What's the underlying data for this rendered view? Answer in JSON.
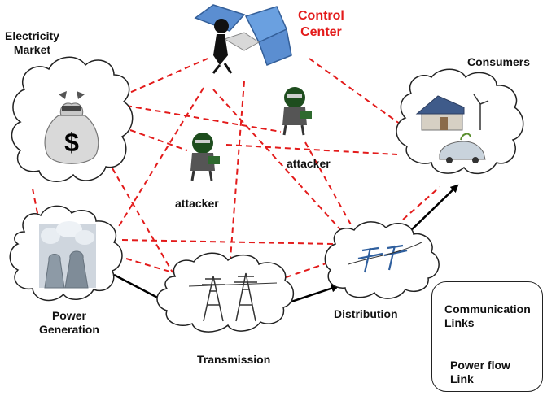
{
  "labels": {
    "control_center": "Control\nCenter",
    "electricity_market": "Electricity\nMarket",
    "consumers": "Consumers",
    "power_generation": "Power\nGeneration",
    "transmission": "Transmission",
    "distribution": "Distribution",
    "attacker_left": "attacker",
    "attacker_right": "attacker"
  },
  "legend": {
    "communication_links": "Communication\nLinks",
    "power_flow_link": "Power flow\nLink"
  },
  "colors": {
    "communication_link": "#e31b1b",
    "power_flow": "#000000",
    "control_center_label": "#e31b1b"
  },
  "icons": [
    "control-center-operator-icon",
    "money-bag-icon",
    "house-solar-icon",
    "wind-turbine-icon",
    "electric-car-icon",
    "power-plant-icon",
    "transmission-tower-icon",
    "distribution-pole-icon",
    "attacker-icon"
  ]
}
